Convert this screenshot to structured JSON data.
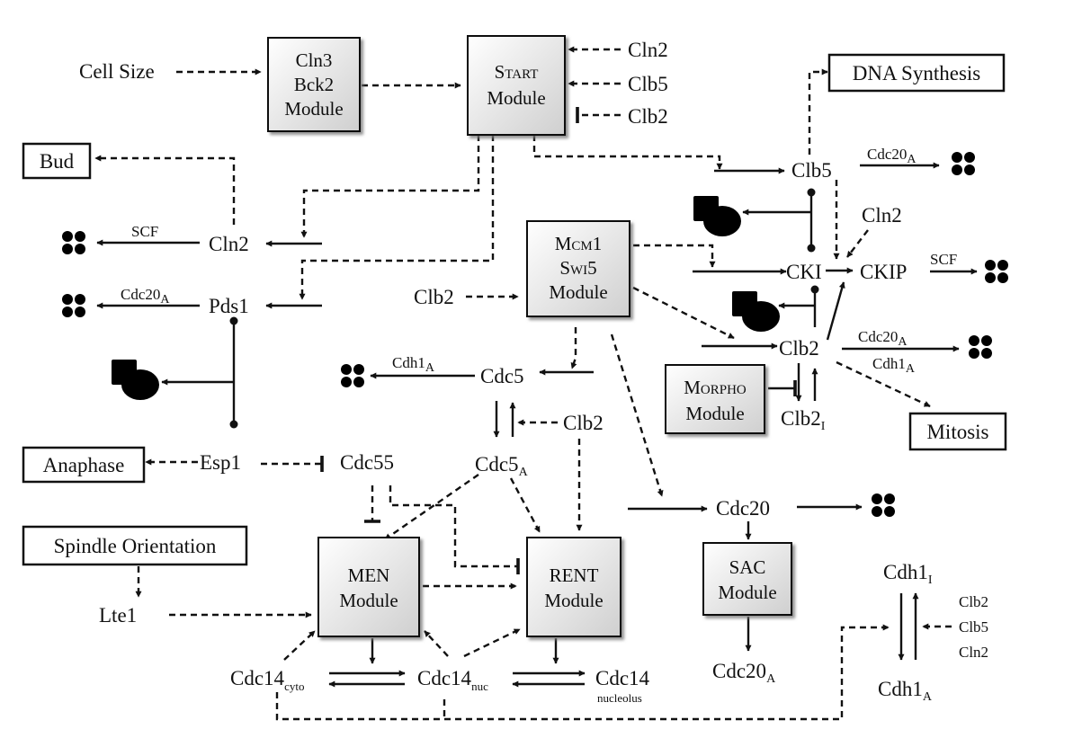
{
  "nodes": {
    "cell_size": "Cell Size",
    "cln2_in": "Cln2",
    "clb5_in": "Clb5",
    "clb2_in": "Clb2",
    "bud": "Bud",
    "dna_synthesis": "DNA Synthesis",
    "cln2": "Cln2",
    "scf_left": "SCF",
    "pds1": "Pds1",
    "cdc20a_left": "Cdc20",
    "clb5": "Clb5",
    "cdc20a_clb5": "Cdc20",
    "cln2_ckip": "Cln2",
    "cki": "CKI",
    "ckip": "CKIP",
    "scf_right": "SCF",
    "clb2_input": "Clb2",
    "cdh1a_cdc5": "Cdh1",
    "cdc5": "Cdc5",
    "clb2": "Clb2",
    "cdc20a_clb2": "Cdc20",
    "cdh1a_clb2": "Cdh1",
    "clb2i": "Clb2",
    "mitosis": "Mitosis",
    "anaphase": "Anaphase",
    "esp1": "Esp1",
    "cdc55": "Cdc55",
    "cdc5a": "Cdc5",
    "clb2_cdc5a": "Clb2",
    "cdc20": "Cdc20",
    "spindle_orientation": "Spindle Orientation",
    "lte1": "Lte1",
    "cdh1i": "Cdh1",
    "clb2_cdh1": "Clb2",
    "clb5_cdh1": "Clb5",
    "cln2_cdh1": "Cln2",
    "cdc20a_bottom": "Cdc20",
    "cdc14_cyto": "Cdc14",
    "cdc14_nuc": "Cdc14",
    "cdc14_nucleolus": "Cdc14",
    "cdh1a": "Cdh1"
  },
  "subscripts": {
    "A": "A",
    "I": "I",
    "cyto": "cyto",
    "nuc": "nuc",
    "nucleolus": "nucleolus"
  },
  "modules": {
    "cln3_bck2": [
      "Cln3",
      "Bck2",
      "Module"
    ],
    "start": {
      "sc": "Start",
      "rest": "Module"
    },
    "mcm1_swi5": {
      "line1": "Mcm1",
      "line2": "Swi5",
      "line3": "Module"
    },
    "morpho": {
      "sc": "Morpho",
      "rest": "Module"
    },
    "men": [
      "MEN",
      "Module"
    ],
    "rent": [
      "RENT",
      "Module"
    ],
    "sac": [
      "SAC",
      "Module"
    ]
  },
  "icons": {
    "degradation": "degradation-icon",
    "modification": "modification-icon"
  },
  "colors": {
    "ink": "#111111",
    "module_fill_light": "#ffffff",
    "module_fill_dark": "#cfcfcf"
  }
}
